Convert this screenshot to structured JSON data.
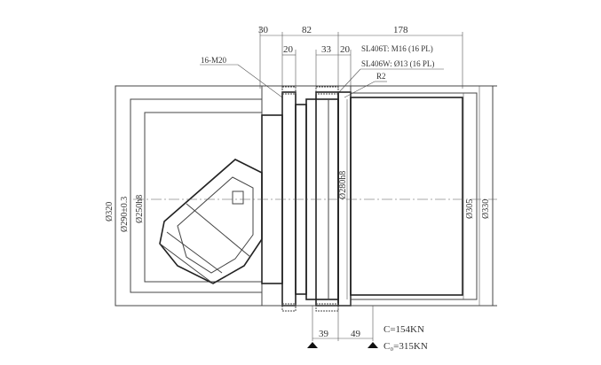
{
  "dimensions_top": {
    "d30": "30",
    "d82": "82",
    "d178": "178",
    "d20a": "20",
    "d33": "33",
    "d20b": "20"
  },
  "callouts": {
    "bolt_left": "16-M20",
    "sl406t": "SL406T: M16 (16 PL)",
    "sl406w": "SL406W:  Ø13 (16 PL)",
    "radius": "R2"
  },
  "dimensions_vertical": {
    "d320": "Ø320",
    "d290": "Ø290±0.3",
    "d250": "Ø250h8",
    "d280": "Ø280h8",
    "d305": "Ø305",
    "d330": "Ø330"
  },
  "dimensions_bottom": {
    "d39": "39",
    "d49": "49"
  },
  "load_ratings": {
    "dynamic": "C=154KN",
    "static": "C₀=315KN"
  }
}
